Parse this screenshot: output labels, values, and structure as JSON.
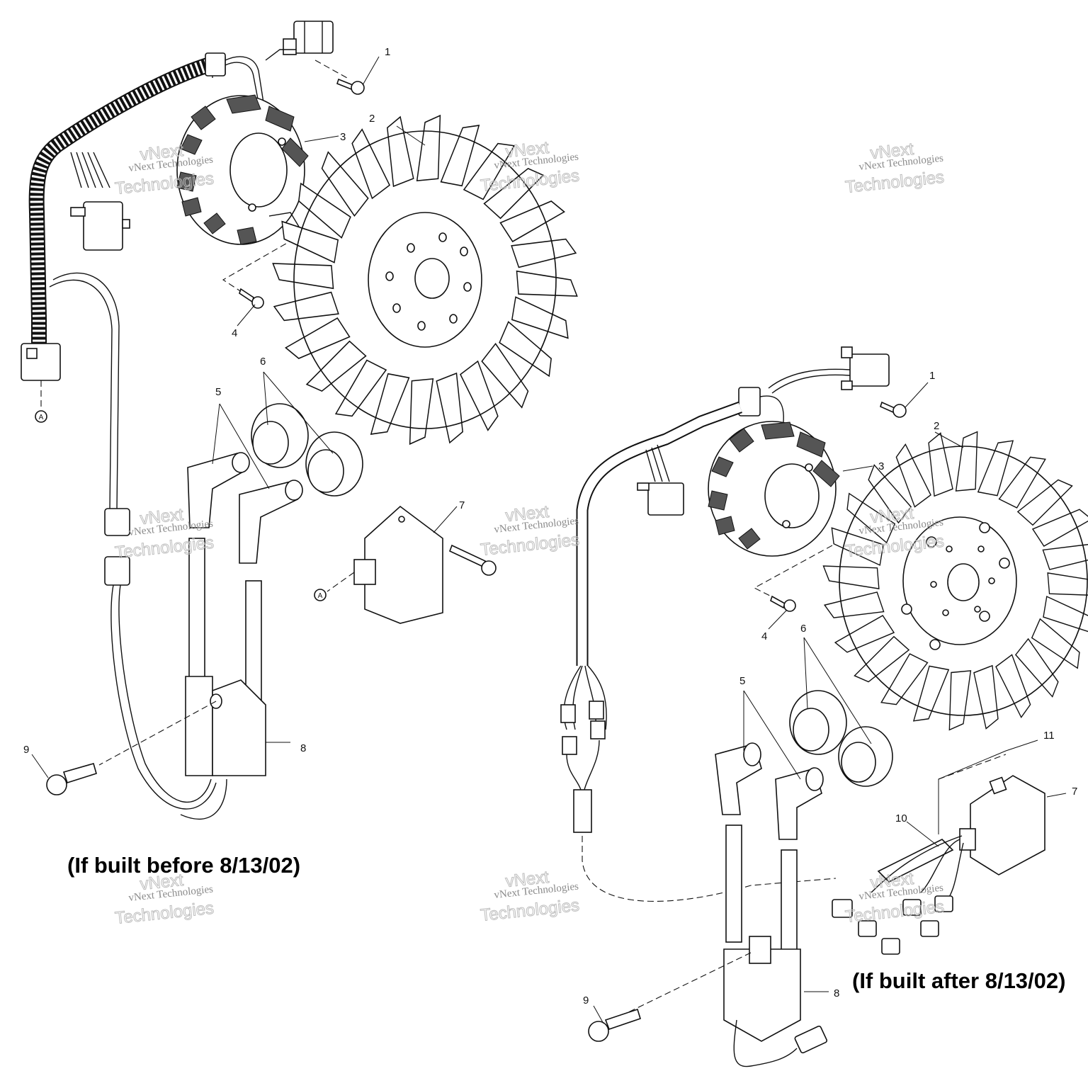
{
  "captions": {
    "before": "(If built before 8/13/02)",
    "after": "(If built after 8/13/02)"
  },
  "reference_marker": "A",
  "watermark": {
    "line1": "vNext Technologies",
    "line2": "vNext",
    "line3": "Technologies"
  },
  "callouts_left": [
    "1",
    "2",
    "3",
    "4",
    "5",
    "6",
    "7",
    "8",
    "9"
  ],
  "callouts_right": [
    "1",
    "2",
    "3",
    "4",
    "5",
    "6",
    "7",
    "8",
    "9",
    "10",
    "11"
  ]
}
